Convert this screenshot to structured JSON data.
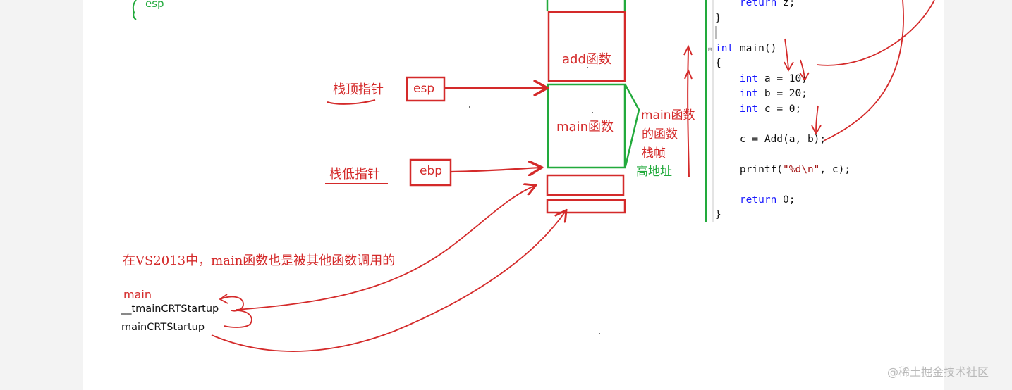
{
  "diagram": {
    "top_label": "esp",
    "frames": {
      "add": "add函数",
      "main": "main函数"
    },
    "pointers": {
      "esp_caption": "栈顶指针",
      "esp_box": "esp",
      "ebp_caption": "栈低指针",
      "ebp_box": "ebp"
    },
    "annotations": {
      "main_frame_line1": "main函数",
      "main_frame_line2": "的函数",
      "main_frame_line3": "栈帧",
      "high_address": "高地址"
    },
    "note": "在VS2013中，main函数也是被其他函数调用的",
    "call_chain": [
      "main",
      "__tmainCRTStartup",
      "mainCRTStartup"
    ],
    "watermark": "@稀土掘金技术社区"
  },
  "code": {
    "lines": [
      {
        "indent": 1,
        "parts": [
          {
            "t": "kw",
            "v": "return"
          },
          {
            "t": "plain",
            "v": " z;"
          }
        ]
      },
      {
        "indent": 0,
        "parts": [
          {
            "t": "plain",
            "v": "}"
          }
        ]
      },
      {
        "indent": 0,
        "parts": [
          {
            "t": "plain",
            "v": ""
          }
        ]
      },
      {
        "indent": 0,
        "parts": [
          {
            "t": "kw",
            "v": "int"
          },
          {
            "t": "plain",
            "v": " main()"
          }
        ]
      },
      {
        "indent": 0,
        "parts": [
          {
            "t": "plain",
            "v": "{"
          }
        ]
      },
      {
        "indent": 1,
        "parts": [
          {
            "t": "kw",
            "v": "int"
          },
          {
            "t": "plain",
            "v": " a = 10;"
          }
        ]
      },
      {
        "indent": 1,
        "parts": [
          {
            "t": "kw",
            "v": "int"
          },
          {
            "t": "plain",
            "v": " b = 20;"
          }
        ]
      },
      {
        "indent": 1,
        "parts": [
          {
            "t": "kw",
            "v": "int"
          },
          {
            "t": "plain",
            "v": " c = 0;"
          }
        ]
      },
      {
        "indent": 0,
        "parts": [
          {
            "t": "plain",
            "v": ""
          }
        ]
      },
      {
        "indent": 1,
        "parts": [
          {
            "t": "plain",
            "v": "c = Add(a, b);"
          }
        ]
      },
      {
        "indent": 0,
        "parts": [
          {
            "t": "plain",
            "v": ""
          }
        ]
      },
      {
        "indent": 1,
        "parts": [
          {
            "t": "plain",
            "v": "printf("
          },
          {
            "t": "str",
            "v": "\"%d\\n\""
          },
          {
            "t": "plain",
            "v": ", c);"
          }
        ]
      },
      {
        "indent": 0,
        "parts": [
          {
            "t": "plain",
            "v": ""
          }
        ]
      },
      {
        "indent": 1,
        "parts": [
          {
            "t": "kw",
            "v": "return"
          },
          {
            "t": "plain",
            "v": " 0;"
          }
        ]
      },
      {
        "indent": 0,
        "parts": [
          {
            "t": "plain",
            "v": "}"
          }
        ]
      }
    ]
  },
  "colors": {
    "red": "#d42a2a",
    "green": "#22aa3c",
    "keyword": "#1a1aff",
    "string": "#a31515"
  }
}
